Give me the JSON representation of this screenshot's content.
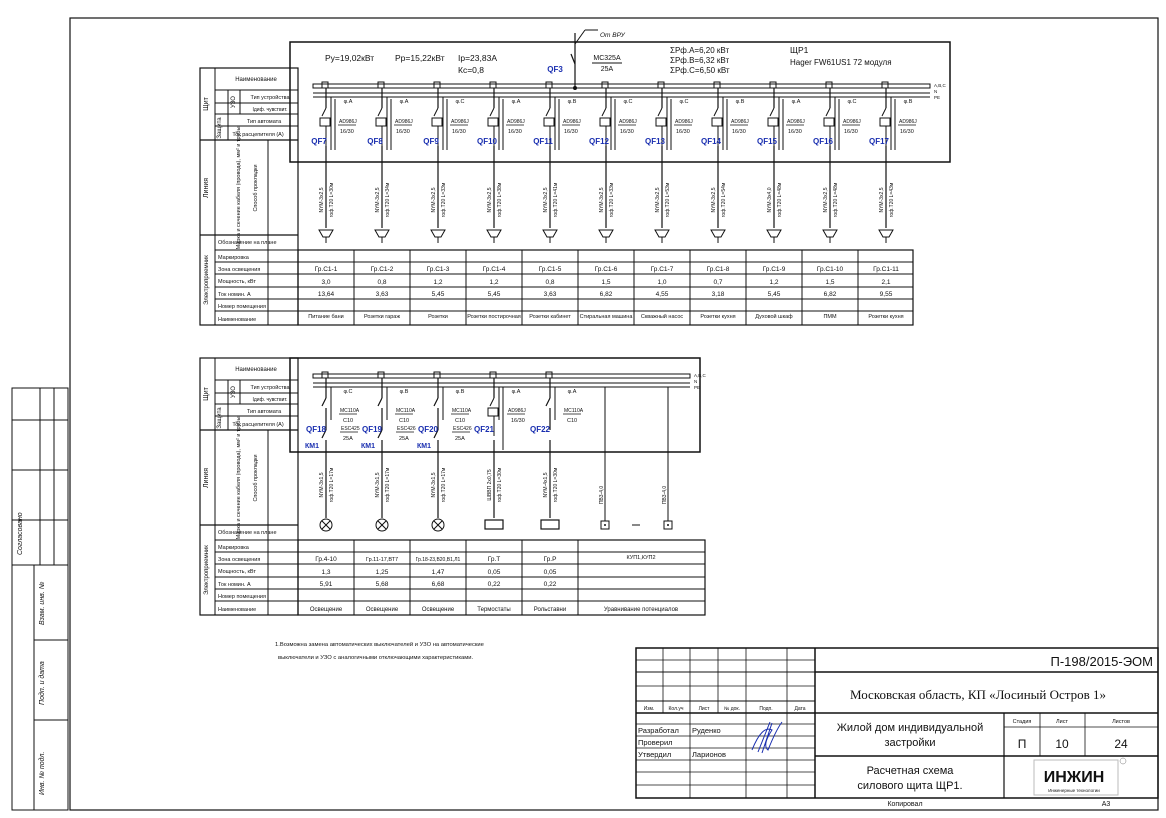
{
  "frame": {
    "left_strip": [
      "Согласовано",
      "Взам. инв. №",
      "Подп. и дата",
      "Инв. № подл."
    ]
  },
  "header_labels": {
    "shield": "Щит",
    "name": "Наименование",
    "protection": "Защита",
    "rcd": "УЗО",
    "device_type": "Тип устройства",
    "idiff": "Iдиф. чувствит.",
    "breaker_type": "Тип автомата",
    "trip_current": "Ток расцепителя (А)",
    "line": "Линия",
    "cable": "Марка и сечение кабеля (провода), мм² и трубы",
    "laying": "Способ прокладки",
    "receiver": "Электроприемник",
    "plan_mark": "Обозначение на плане",
    "marking": "Маркировка",
    "zone": "Зона освещения",
    "power": "Мощность, кВт",
    "current": "Ток номин. А",
    "room": "Номер помещения",
    "receiver_name": "Наименование"
  },
  "panel1": {
    "py": "Ру=19,02кВт",
    "pp": "Рр=15,22кВт",
    "ip": "Iр=23,83А",
    "kc": "Кс=0,8",
    "feed": "От ВРУ",
    "main_qf": "QF3",
    "main_device": "MC325A",
    "main_rating": "25А",
    "phase_a": "ΣРф.А=6,20 кВт",
    "phase_b": "ΣРф.В=6,32 кВт",
    "phase_c": "ΣРф.С=6,50 кВт",
    "panel_name": "ЩР1",
    "panel_model": "Hager FW61US1 72 модуля",
    "bus": [
      "А,В,С",
      "N",
      "PE"
    ],
    "circuits": [
      {
        "qf": "QF7",
        "phase": "φ.А",
        "device": "AD986J",
        "rating": "16/30",
        "cable": "NYM-3х2,5",
        "route": "гоф.Т20 L=30м",
        "zone": "Гр.С1-1",
        "power": "3,0",
        "current": "13,64",
        "name": "Питание бани"
      },
      {
        "qf": "QF8",
        "phase": "φ.А",
        "device": "AD986J",
        "rating": "16/30",
        "cable": "NYM-3х2,5",
        "route": "гоф.Т20 L=34м",
        "zone": "Гр.С1-2",
        "power": "0,8",
        "current": "3,63",
        "name": "Розетки гараж"
      },
      {
        "qf": "QF9",
        "phase": "φ.С",
        "device": "AD986J",
        "rating": "16/30",
        "cable": "NYM-3х2,5",
        "route": "гоф.Т20 L=33м",
        "zone": "Гр.С1-3",
        "power": "1,2",
        "current": "5,45",
        "name": "Розетки"
      },
      {
        "qf": "QF10",
        "phase": "φ.А",
        "device": "AD986J",
        "rating": "16/30",
        "cable": "NYM-3х2,5",
        "route": "гоф.Т20 L=38м",
        "zone": "Гр.С1-4",
        "power": "1,2",
        "current": "5,45",
        "name": "Розетки постирочная"
      },
      {
        "qf": "QF11",
        "phase": "φ.В",
        "device": "AD986J",
        "rating": "16/30",
        "cable": "NYM-3х2,5",
        "route": "гоф.Т20 L=41м",
        "zone": "Гр.С1-5",
        "power": "0,8",
        "current": "3,63",
        "name": "Розетки кабинет"
      },
      {
        "qf": "QF12",
        "phase": "φ.С",
        "device": "AD986J",
        "rating": "16/30",
        "cable": "NYM-3х2,5",
        "route": "гоф.Т20 L=33м",
        "zone": "Гр.С1-6",
        "power": "1,5",
        "current": "6,82",
        "name": "Стиральная машина"
      },
      {
        "qf": "QF13",
        "phase": "φ.С",
        "device": "AD986J",
        "rating": "16/30",
        "cable": "NYM-3х2,5",
        "route": "гоф.Т20 L=53м",
        "zone": "Гр.С1-7",
        "power": "1,0",
        "current": "4,55",
        "name": "Скважный насос"
      },
      {
        "qf": "QF14",
        "phase": "φ.В",
        "device": "AD986J",
        "rating": "16/30",
        "cable": "NYM-3х2,5",
        "route": "гоф.Т20 L=54м",
        "zone": "Гр.С1-8",
        "power": "0,7",
        "current": "3,18",
        "name": "Розетки кухня"
      },
      {
        "qf": "QF15",
        "phase": "φ.А",
        "device": "AD986J",
        "rating": "16/30",
        "cable": "NYM-3х4,0",
        "route": "гоф.Т20 L=48м",
        "zone": "Гр.С1-9",
        "power": "1,2",
        "current": "5,45",
        "name": "Духовой шкаф"
      },
      {
        "qf": "QF16",
        "phase": "φ.С",
        "device": "AD986J",
        "rating": "16/30",
        "cable": "NYM-3х2,5",
        "route": "гоф.Т20 L=48м",
        "zone": "Гр.С1-10",
        "power": "1,5",
        "current": "6,82",
        "name": "ПММ"
      },
      {
        "qf": "QF17",
        "phase": "φ.В",
        "device": "AD986J",
        "rating": "16/30",
        "cable": "NYM-3х2,5",
        "route": "гоф.Т20 L=43м",
        "zone": "Гр.С1-11",
        "power": "2,1",
        "current": "9,55",
        "name": "Розетки кухня"
      }
    ]
  },
  "panel2": {
    "bus": [
      "А,В,С",
      "N",
      "PE"
    ],
    "circuits": [
      {
        "qf": "QF18",
        "phase": "φ.С",
        "device": "MC110A",
        "rating": "C10",
        "km": "КМ1",
        "km_device": "ESC425",
        "km_rating": "25А",
        "cable": "NYM-3х1,5",
        "route": "гоф.Т20 L=17м",
        "load": "lamp",
        "zone": "Гр.4-10",
        "power": "1,3",
        "current": "5,91",
        "name": "Освещение"
      },
      {
        "qf": "QF19",
        "phase": "φ.В",
        "device": "MC110A",
        "rating": "C10",
        "km": "КМ1",
        "km_device": "ESC426",
        "km_rating": "25А",
        "cable": "NYM-3х1,5",
        "route": "гоф.Т20 L=17м",
        "load": "lamp",
        "zone": "Гр.11-17,ВТ7",
        "power": "1,25",
        "current": "5,68",
        "name": "Освещение"
      },
      {
        "qf": "QF20",
        "phase": "φ.В",
        "device": "MC110A",
        "rating": "C10",
        "km": "КМ1",
        "km_device": "ESC426",
        "km_rating": "25А",
        "cable": "NYM-3х1,5",
        "route": "гоф.Т20 L=17м",
        "load": "lamp",
        "zone": "Гр.18-23,В20,В1,Л1",
        "power": "1,47",
        "current": "6,68",
        "name": "Освещение"
      },
      {
        "qf": "QF21",
        "phase": "φ.А",
        "device": "AD986J",
        "rating": "16/30",
        "km": "",
        "km_device": "",
        "km_rating": "",
        "cable": "ШВВП 2х0,75",
        "route": "гоф.Т20 L=30м",
        "load": "box",
        "zone": "Гр.Т",
        "power": "0,05",
        "current": "0,22",
        "name": "Термостаты"
      },
      {
        "qf": "QF22",
        "phase": "φ.А",
        "device": "MC110A",
        "rating": "C10",
        "km": "",
        "km_device": "",
        "km_rating": "",
        "cable": "NYM-4х1,5",
        "route": "гоф.Т20 L=30м",
        "load": "box",
        "zone": "Гр.Р",
        "power": "0,05",
        "current": "0,22",
        "name": "Рольставни"
      }
    ],
    "pe_lines": [
      "ПВ3-4,0",
      "ПВ3-4,0"
    ],
    "pe_zone": "КУП1,КУП2",
    "pe_name": "Уравнивание потенциалов"
  },
  "note": [
    "1.Возможна замена автоматических выключателей и УЗО на автоматические",
    "выключатели и УЗО с аналогичными отключающими характеристиками."
  ],
  "title_block": {
    "code": "П-198/2015-ЭОМ",
    "location": "Московская область, КП «Лосиный Остров 1»",
    "rev_headers": [
      "Изм.",
      "Кол.уч",
      "Лист",
      "№ док.",
      "Подп.",
      "Дата"
    ],
    "roles": [
      {
        "role": "Разработал",
        "person": "Руденко"
      },
      {
        "role": "Проверил",
        "person": ""
      },
      {
        "role": "Утвердил",
        "person": "Ларионов"
      }
    ],
    "object": [
      "Жилой дом индивидуальной",
      "застройки"
    ],
    "stage_label": "Стадия",
    "sheet_label": "Лист",
    "sheets_label": "Листов",
    "stage": "П",
    "sheet": "10",
    "sheets": "24",
    "drawing": [
      "Расчетная схема",
      "силового щита ЩР1."
    ],
    "logo": "ИНЖИН",
    "logo_sub": "Инженерные технологии",
    "copied": "Копировал",
    "format": "А3"
  },
  "colors": {
    "line": "#111111",
    "qf_label": "#1a2fb0",
    "logo_green": "#3a9a3a"
  }
}
